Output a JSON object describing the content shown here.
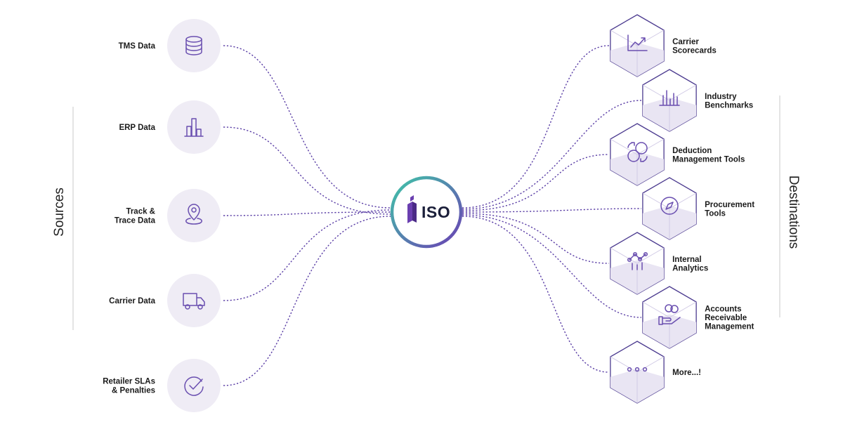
{
  "diagram": {
    "left_title": "Sources",
    "right_title": "Destinations",
    "hub_label": "ISO",
    "sources": [
      {
        "label_lines": [
          "TMS Data"
        ],
        "icon": "database-icon"
      },
      {
        "label_lines": [
          "ERP Data"
        ],
        "icon": "bar-chart-icon"
      },
      {
        "label_lines": [
          "Track &",
          "Trace Data"
        ],
        "icon": "location-pin-icon"
      },
      {
        "label_lines": [
          "Carrier Data"
        ],
        "icon": "truck-icon"
      },
      {
        "label_lines": [
          "Retailer SLAs",
          "& Penalties"
        ],
        "icon": "check-circle-icon"
      }
    ],
    "destinations": [
      {
        "label_lines": [
          "Carrier",
          "Scorecards"
        ],
        "icon": "line-chart-icon"
      },
      {
        "label_lines": [
          "Industry",
          "Benchmarks"
        ],
        "icon": "bar-graph-icon"
      },
      {
        "label_lines": [
          "Deduction",
          "Management Tools"
        ],
        "icon": "coins-exchange-icon"
      },
      {
        "label_lines": [
          "Procurement",
          "Tools"
        ],
        "icon": "compass-icon"
      },
      {
        "label_lines": [
          "Internal",
          "Analytics"
        ],
        "icon": "analytics-nodes-icon"
      },
      {
        "label_lines": [
          "Accounts",
          "Receivable",
          "Management"
        ],
        "icon": "hand-coins-icon"
      },
      {
        "label_lines": [
          "More...!"
        ],
        "icon": "ellipsis-icon"
      }
    ],
    "colors": {
      "connector": "#5b3fa6",
      "hub_gradient_start": "#3fc6a8",
      "hub_gradient_end": "#6b3fb4",
      "hub_logo": "#6a3fb0",
      "source_circle": "#efecf5",
      "hex_edge": "#4b3a8f"
    }
  }
}
